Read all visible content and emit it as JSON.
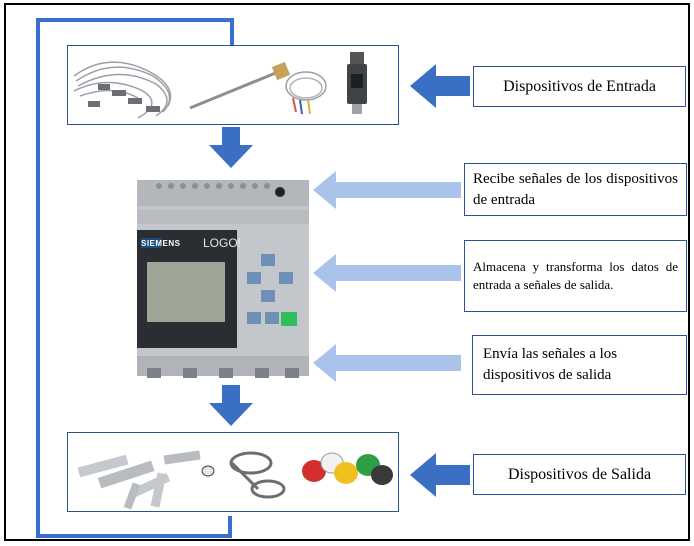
{
  "labels": {
    "input_devices": "Dispositivos de Entrada",
    "receive_signals": "Recibe señales de los dispositivos de entrada",
    "store_transform": "Almacena y transforma los datos de entrada a señales de salida.",
    "send_signals": "Envía las señales a los dispositivos de salida",
    "output_devices": "Dispositivos de Salida"
  },
  "plc": {
    "brand": "SIEMENS",
    "model": "LOGO!"
  },
  "colors": {
    "loop_line": "#3a6fd0",
    "box_border": "#2e4f9a",
    "solid_arrow": "#3b6fc4",
    "light_arrow": "#a9c3ea"
  }
}
